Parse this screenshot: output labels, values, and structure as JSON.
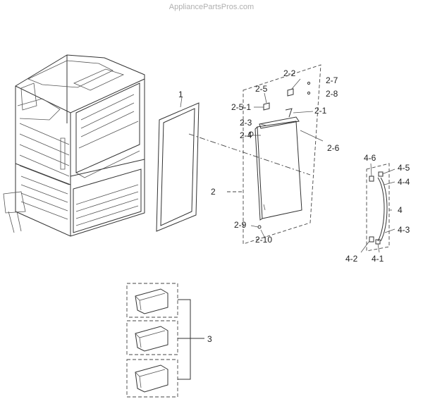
{
  "watermark": "AppliancePartsPros.com",
  "callouts": {
    "c1": "1",
    "c2": "2",
    "c2_1": "2-1",
    "c2_2": "2-2",
    "c2_3": "2-3",
    "c2_4": "2-4",
    "c2_5": "2-5",
    "c2_5_1": "2-5-1",
    "c2_6": "2-6",
    "c2_7": "2-7",
    "c2_8": "2-8",
    "c2_9": "2-9",
    "c2_10": "2-10",
    "c3": "3",
    "c4": "4",
    "c4_1": "4-1",
    "c4_2": "4-2",
    "c4_3": "4-3",
    "c4_4": "4-4",
    "c4_5": "4-5",
    "c4_6": "4-6"
  }
}
